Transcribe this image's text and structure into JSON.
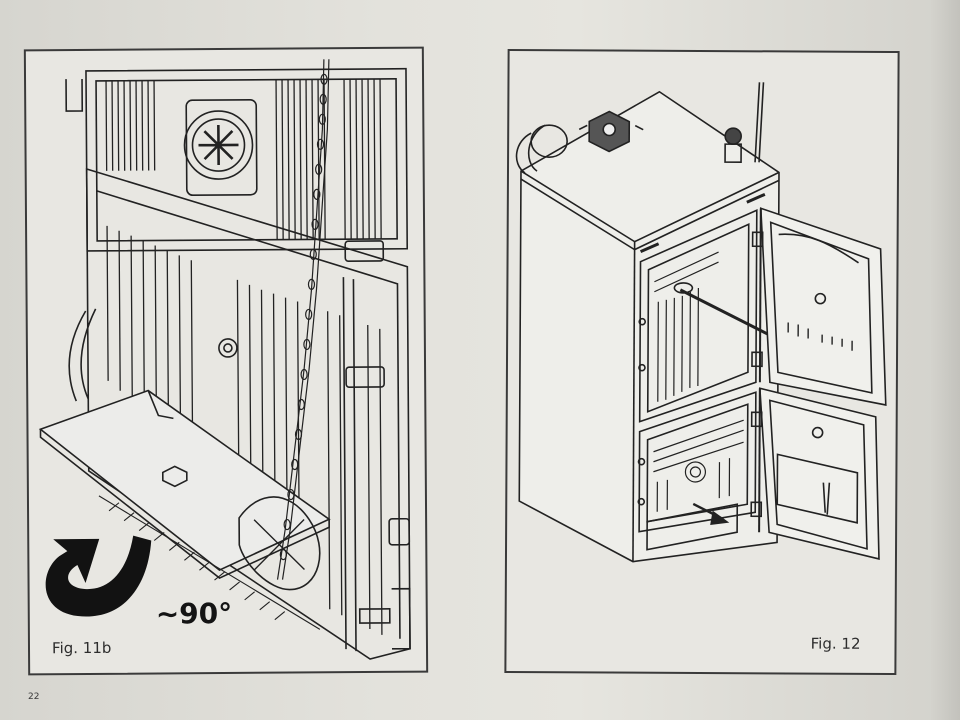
{
  "figures": {
    "left": {
      "label": "Fig. 11b",
      "angle": "~90°",
      "icon": "rotate-arrow-icon"
    },
    "right": {
      "label": "Fig. 12",
      "icon": "direction-arrow-icon"
    }
  },
  "page_number": "22"
}
